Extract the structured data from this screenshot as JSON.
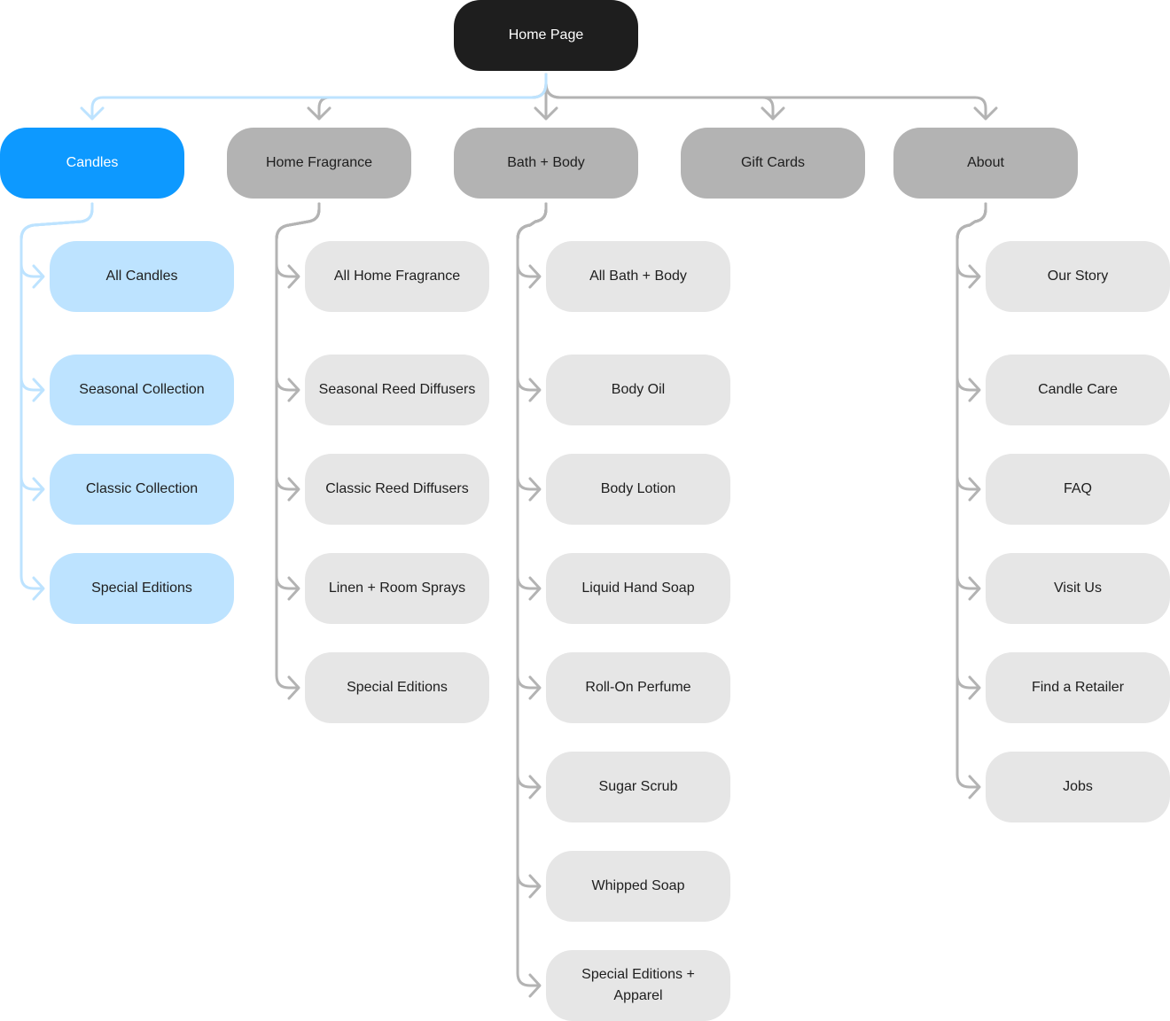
{
  "root": {
    "label": "Home Page"
  },
  "colors": {
    "root_fill": "#1e1e1e",
    "category_fill": "#b3b3b3",
    "active_category_fill": "#0d99ff",
    "page_fill": "#e6e6e6",
    "active_page_fill": "#bde3ff",
    "connector": "#b3b3b3",
    "active_connector": "#bde3ff"
  },
  "categories": [
    {
      "label": "Candles",
      "active": true,
      "pages": [
        "All Candles",
        "Seasonal Collection",
        "Classic Collection",
        "Special Editions"
      ]
    },
    {
      "label": "Home Fragrance",
      "active": false,
      "pages": [
        "All Home Fragrance",
        "Seasonal Reed Diffusers",
        "Classic Reed Diffusers",
        "Linen + Room Sprays",
        "Special Editions"
      ]
    },
    {
      "label": "Bath + Body",
      "active": false,
      "pages": [
        "All Bath + Body",
        "Body Oil",
        "Body Lotion",
        "Liquid Hand Soap",
        "Roll-On Perfume",
        "Sugar Scrub",
        "Whipped Soap",
        "Special Editions + Apparel"
      ]
    },
    {
      "label": "Gift Cards",
      "active": false,
      "pages": []
    },
    {
      "label": "About",
      "active": false,
      "pages": [
        "Our Story",
        "Candle Care",
        "FAQ",
        "Visit Us",
        "Find a Retailer",
        "Jobs"
      ]
    }
  ]
}
